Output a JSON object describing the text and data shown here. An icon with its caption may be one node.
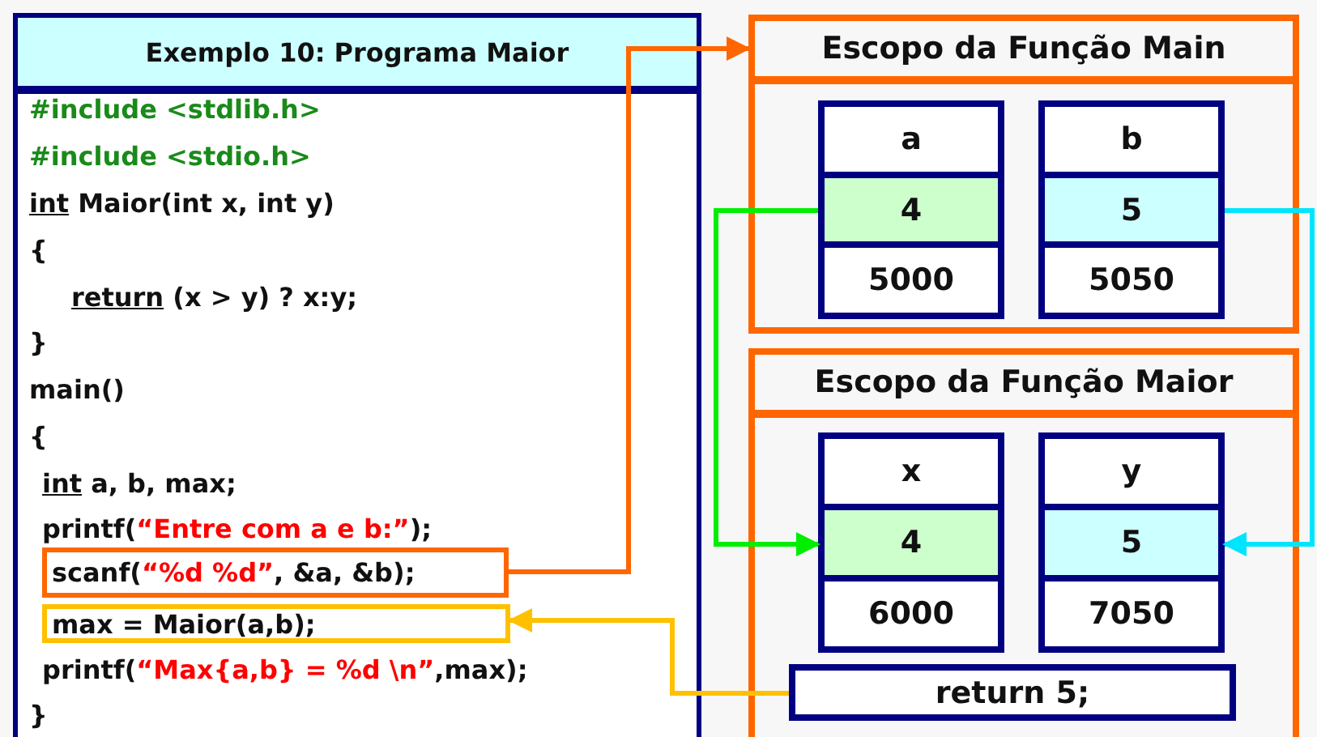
{
  "diagram": {
    "nodes": [
      {
        "text": [
          "Exemplo 10: Programa Maior",
          "#include <stdlib.h>",
          "#include <stdio.h>",
          "int Maior(int x, int y)",
          "{",
          "return (x > y) ? x:y;",
          "}",
          "main()",
          "{",
          "int a, b, max;",
          "printf(“Entre com a e b:”);",
          "printf(“Max{a,b} = %d \\n”,max);",
          "}"
        ]
      },
      {
        "text": [
          "scanf(“%d %d”, &a, &b);"
        ],
        "in": 0
      },
      {
        "text": [
          "max = Maior(a,b);"
        ],
        "in": 0
      },
      {
        "text": [
          "Escopo da Função Main"
        ]
      },
      {
        "text": [
          "a",
          "4",
          "5000"
        ],
        "in": 3
      },
      {
        "text": [
          "b",
          "5",
          "5050"
        ],
        "in": 3
      },
      {
        "text": [
          "Escopo da Função Maior"
        ]
      },
      {
        "text": [
          "x",
          "4",
          "6000"
        ],
        "in": 6
      },
      {
        "text": [
          "y",
          "5",
          "7050"
        ],
        "in": 6
      },
      {
        "text": [
          "return 5;"
        ],
        "in": 6
      }
    ],
    "edges": [
      {
        "from": 1,
        "to": 3,
        "arrow": "to",
        "color": "#ff6600"
      },
      {
        "from": 4,
        "to": 7,
        "arrow": "to",
        "color": "#00ee00"
      },
      {
        "from": 5,
        "to": 8,
        "arrow": "to",
        "color": "#00e5ff"
      },
      {
        "from": 9,
        "to": 2,
        "arrow": "to",
        "color": "#ffc000"
      }
    ]
  }
}
